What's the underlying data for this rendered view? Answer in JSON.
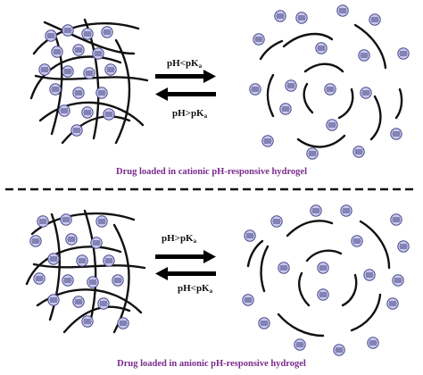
{
  "top": {
    "forward_label": "pH<pK",
    "forward_sub": "a",
    "reverse_label": "pH>pK",
    "reverse_sub": "a",
    "caption": "Drug loaded in cationic pH-responsive hydrogel"
  },
  "bottom": {
    "forward_label": "pH>pK",
    "forward_sub": "a",
    "reverse_label": "pH<pK",
    "reverse_sub": "a",
    "caption": "Drug loaded in anionic pH-responsive hydrogel"
  },
  "colors": {
    "caption": "#7a2a8c",
    "drug_fill": "#c9c9ee",
    "drug_stroke": "#4a4a8a",
    "chain": "#111111",
    "divider": "#111111"
  }
}
